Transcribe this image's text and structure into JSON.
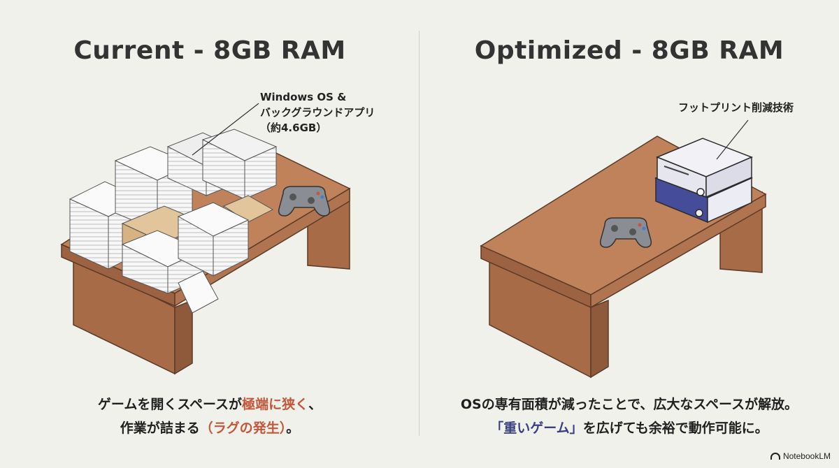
{
  "left": {
    "title": "Current - 8GB RAM",
    "callout": [
      "Windows OS &",
      "バックグラウンドアプリ",
      "（約4.6GB）"
    ],
    "caption": {
      "line1_a": "ゲームを開くスペースが",
      "line1_b": "極端に狭く",
      "line1_c": "、",
      "line2_a": "作業が詰まる",
      "line2_b": "（ラグの発生）",
      "line2_c": "。"
    }
  },
  "right": {
    "title": "Optimized - 8GB RAM",
    "callout": "フットプリント削減技術",
    "caption": {
      "line1": "OSの専有面積が減ったことで、広大なスペースが解放。",
      "line2_a": "「重いゲーム」",
      "line2_b": "を広げても余裕で動作可能に。"
    }
  },
  "brand": "NotebookLM",
  "colors": {
    "background": "#f1f1ec",
    "desk_top": "#c0825a",
    "desk_side": "#a86b47",
    "highlight_red": "#c4573a",
    "highlight_navy": "#3a3f83",
    "binder": "#454d9a"
  }
}
